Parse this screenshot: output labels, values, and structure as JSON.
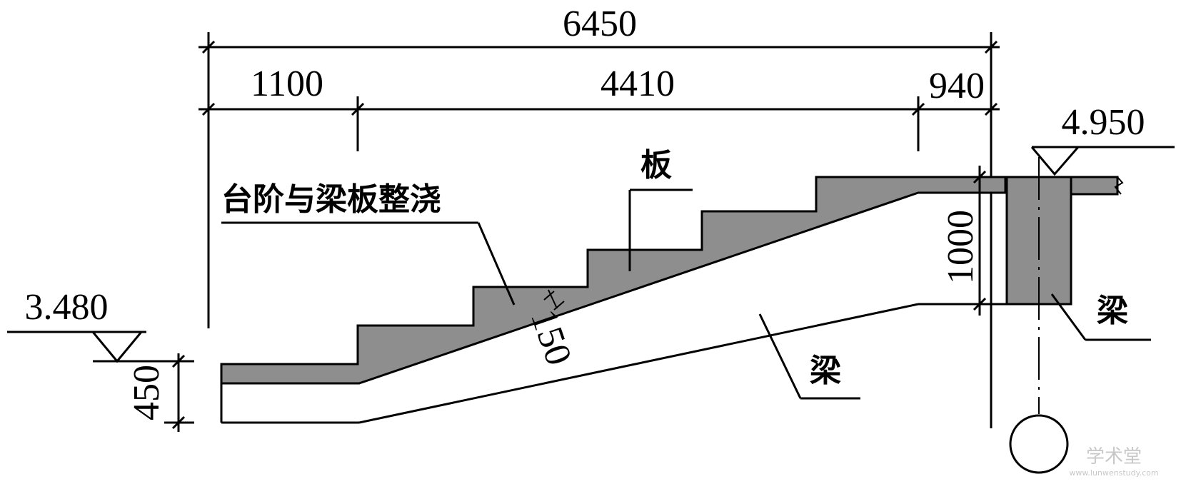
{
  "dimensions": {
    "overall": "6450",
    "left_landing": "1100",
    "stair_run": "4410",
    "right_landing": "940",
    "beam_height": "1000",
    "slab_thickness": "150",
    "bottom_beam_height": "450"
  },
  "elevations": {
    "lower": "3.480",
    "upper": "4.950"
  },
  "labels": {
    "steps_note": "台阶与梁板整浇",
    "slab": "板",
    "beam_right": "梁",
    "beam_middle": "梁"
  },
  "watermark": {
    "title": "学术堂",
    "url": "www.lunwenstudy.com"
  },
  "colors": {
    "section_fill": "#8e8e8e",
    "line": "#000000"
  }
}
